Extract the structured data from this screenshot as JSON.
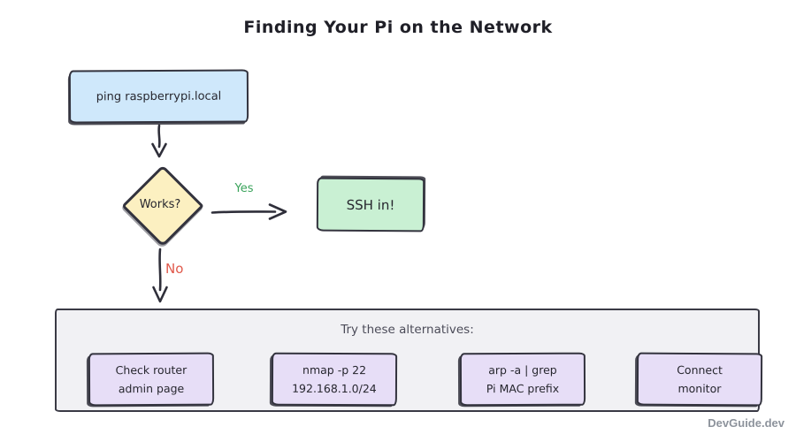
{
  "title": "Finding Your Pi on the Network",
  "palette": {
    "stroke": "#2f2f3a",
    "start_fill": "#cfe8fb",
    "decision_fill": "#fcf0c1",
    "success_fill": "#c9f0d3",
    "panel_fill": "#f1f1f4",
    "alternative_fill": "#e7def7",
    "yes_color": "#3aa35b",
    "no_color": "#e0594b"
  },
  "flowchart": {
    "start": {
      "label": "ping raspberrypi.local"
    },
    "decision": {
      "label": "Works?"
    },
    "yes_label": "Yes",
    "no_label": "No",
    "success": {
      "label": "SSH in!"
    },
    "alternatives": {
      "heading": "Try these alternatives:",
      "items": [
        {
          "line1": "Check router",
          "line2": "admin page"
        },
        {
          "line1": "nmap -p 22",
          "line2": "192.168.1.0/24"
        },
        {
          "line1": "arp -a | grep",
          "line2": "Pi MAC prefix"
        },
        {
          "line1": "Connect",
          "line2": "monitor"
        }
      ]
    }
  },
  "footer": {
    "brand": "DevGuide.dev"
  }
}
